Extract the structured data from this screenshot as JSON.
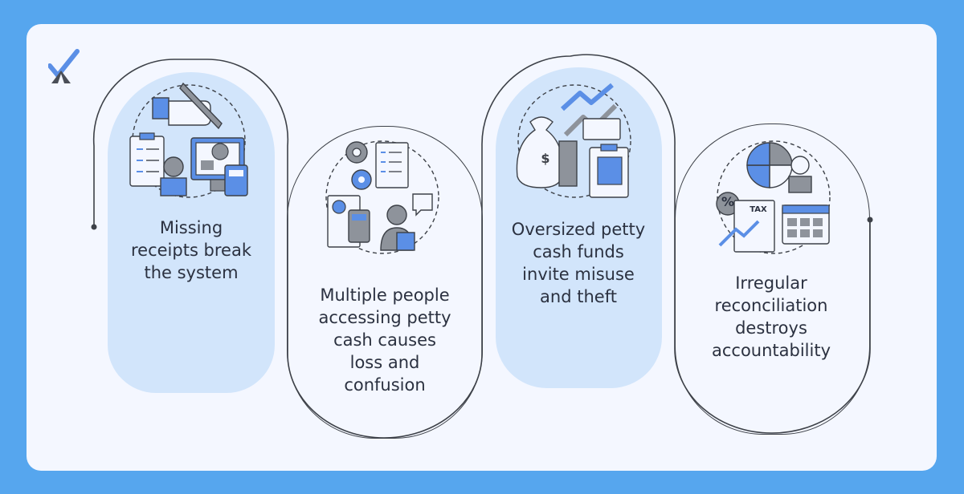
{
  "logo": {
    "name": "brand-logo"
  },
  "steps": [
    {
      "label": "Missing\nreceipts break\nthe system"
    },
    {
      "label": "Multiple people\naccessing petty\ncash causes\nloss and\nconfusion"
    },
    {
      "label": "Oversized petty\ncash funds\ninvite misuse\nand theft"
    },
    {
      "label": "Irregular\nreconciliation\ndestroys\naccountability"
    }
  ],
  "icons": {
    "tax_label": "TAX",
    "percent_label": "%",
    "dollar_label": "$"
  },
  "colors": {
    "background": "#56a6ee",
    "card": "#f4f7ff",
    "highlight": "#d2e5fb",
    "outline": "#3d4148",
    "accent": "#5b8fe6",
    "gray": "#8e939b"
  }
}
